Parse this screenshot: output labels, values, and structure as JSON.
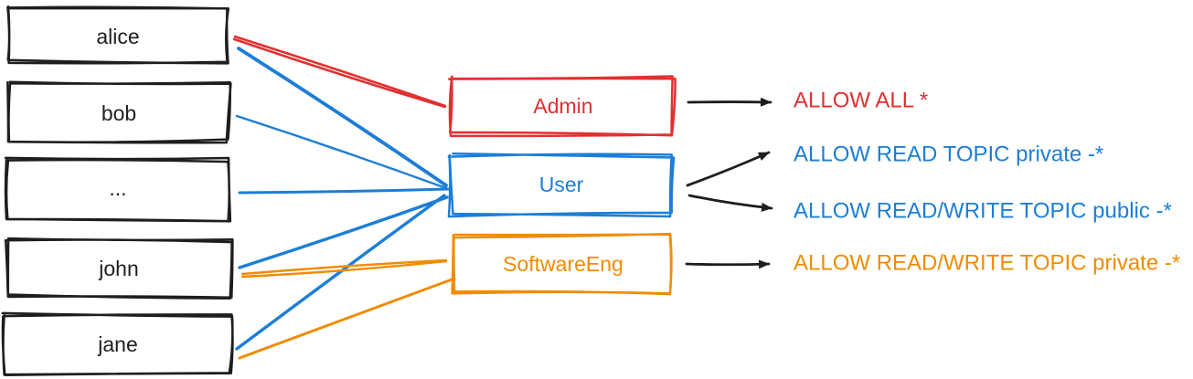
{
  "colors": {
    "black": "#1e1e1e",
    "red": "#e03131",
    "blue": "#1c7ed6",
    "orange": "#f08c00"
  },
  "users": [
    {
      "label": "alice"
    },
    {
      "label": "bob"
    },
    {
      "label": "..."
    },
    {
      "label": "john"
    },
    {
      "label": "jane"
    }
  ],
  "roles": [
    {
      "label": "Admin",
      "color": "red"
    },
    {
      "label": "User",
      "color": "blue"
    },
    {
      "label": "SoftwareEng",
      "color": "orange"
    }
  ],
  "permissions": [
    {
      "label": "ALLOW ALL *",
      "color": "red"
    },
    {
      "label": "ALLOW READ TOPIC private -*",
      "color": "blue"
    },
    {
      "label": "ALLOW READ/WRITE TOPIC public -*",
      "color": "blue"
    },
    {
      "label": "ALLOW READ/WRITE TOPIC private -*",
      "color": "orange"
    }
  ],
  "assignments": [
    {
      "from": "alice",
      "to": "Admin",
      "color": "red"
    },
    {
      "from": "alice",
      "to": "User",
      "color": "blue"
    },
    {
      "from": "bob",
      "to": "User",
      "color": "blue"
    },
    {
      "from": "...",
      "to": "User",
      "color": "blue"
    },
    {
      "from": "john",
      "to": "User",
      "color": "blue"
    },
    {
      "from": "jane",
      "to": "User",
      "color": "blue"
    },
    {
      "from": "john",
      "to": "SoftwareEng",
      "color": "orange"
    },
    {
      "from": "jane",
      "to": "SoftwareEng",
      "color": "orange"
    }
  ],
  "grants": [
    {
      "from": "Admin",
      "to": "ALLOW ALL *"
    },
    {
      "from": "User",
      "to": "ALLOW READ TOPIC private -*"
    },
    {
      "from": "User",
      "to": "ALLOW READ/WRITE TOPIC public -*"
    },
    {
      "from": "SoftwareEng",
      "to": "ALLOW READ/WRITE TOPIC private -*"
    }
  ]
}
